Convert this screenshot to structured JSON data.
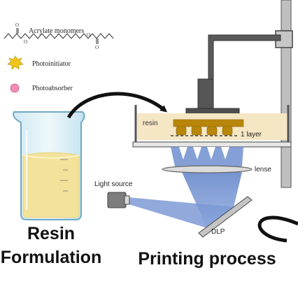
{
  "legend": {
    "monomer_label": "Acrylate monomers",
    "photoinitiator_label": "Photoinitiator",
    "photoabsorber_label": "Photoabsorber"
  },
  "printer": {
    "resin_label": "resin",
    "layer_label": "1 layer",
    "lens_label": "lense",
    "light_source_label": "Light source",
    "mirror_label": "DLP"
  },
  "captions": {
    "left_line1": "Resin",
    "left_line2": "Formulation",
    "right": "Printing process"
  },
  "colors": {
    "resin": "#f5e6c4",
    "resin_liquid": "#f3e29a",
    "beam": "#6f8fcf",
    "printed_part": "#b8860b",
    "platform": "#555555",
    "photoinitiator": "#f0c419",
    "photoabsorber": "#f48cb6"
  }
}
